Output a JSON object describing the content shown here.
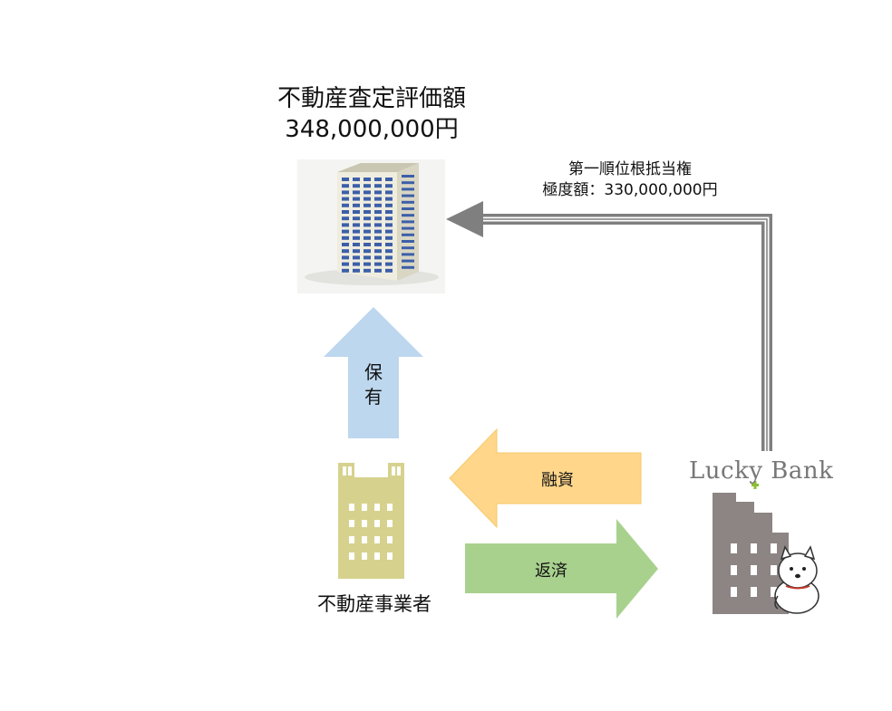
{
  "appraisal": {
    "label": "不動産査定評価額",
    "amount": "348,000,000円"
  },
  "lien": {
    "line1": "第一順位根抵当権",
    "line2": "極度額：330,000,000円"
  },
  "own_label": [
    "保",
    "有"
  ],
  "loan_label": "融資",
  "repay_label": "返済",
  "company_label": "不動産事業者",
  "bank": {
    "name_part1": "Lucky ",
    "name_part2": "Bank"
  },
  "colors": {
    "own_arrow": "#bdd7ee",
    "loan_arrow": "#ffd68a",
    "repay_arrow": "#a9d18e",
    "lien_arrow": "#7f7f7f",
    "company_building": "#d6d28e",
    "bank_building": "#8c8584",
    "logo_accent": "#8cbf2f"
  }
}
